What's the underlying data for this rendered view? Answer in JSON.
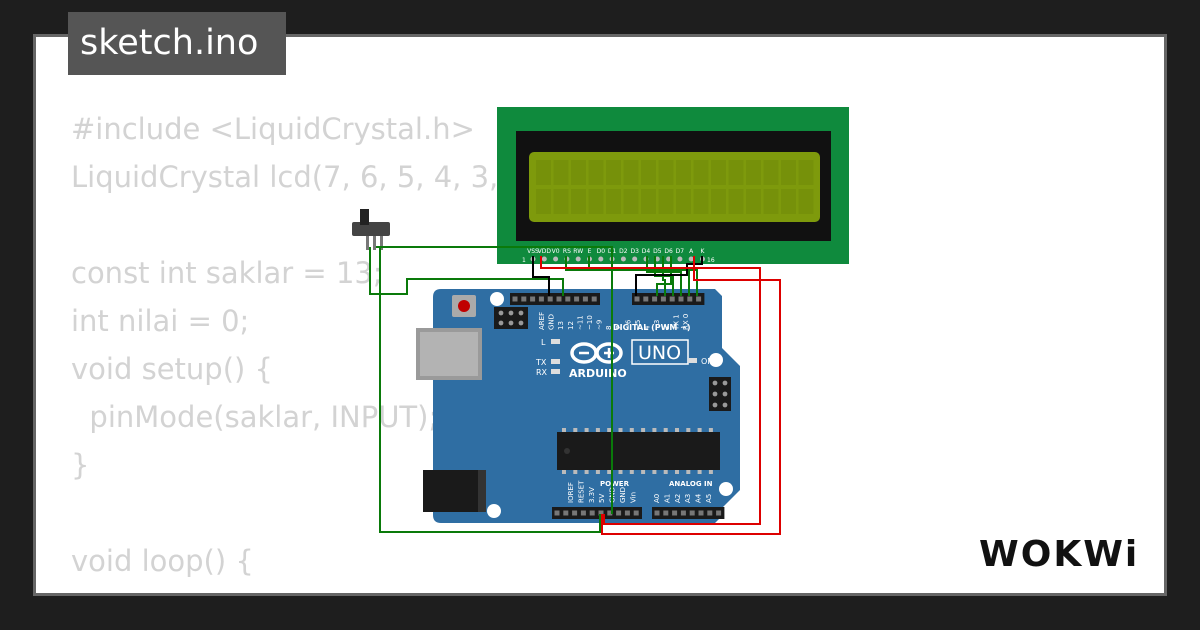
{
  "tab": {
    "filename": "sketch.ino"
  },
  "code": {
    "lines": [
      "#include <LiquidCrystal.h>",
      "LiquidCrystal lcd(7, 6, 5, 4, 3, 2);",
      "",
      "const int saklar = 13;",
      "int nilai = 0;",
      "void setup() {",
      "  pinMode(saklar, INPUT);",
      "}",
      "",
      "void loop() {"
    ]
  },
  "lcd": {
    "pin_labels": [
      "VSS",
      "VDD",
      "V0",
      "RS",
      "RW",
      "E",
      "D0",
      "D1",
      "D2",
      "D3",
      "D4",
      "D5",
      "D6",
      "D7",
      "A",
      "K"
    ],
    "first_pin": "1",
    "last_pin": "16"
  },
  "arduino": {
    "brand": "ARDUINO",
    "model": "UNO",
    "digital_label": "DIGITAL (PWM ~)",
    "on_label": "ON",
    "l_label": "L",
    "tx_label": "TX",
    "rx_label": "RX",
    "power_label": "POWER",
    "analog_label": "ANALOG IN",
    "top_pin_labels": [
      "AREF",
      "GND",
      "13",
      "12",
      "~11",
      "~10",
      "~9",
      "8",
      "7",
      "~6",
      "~5",
      "4",
      "~3",
      "2",
      "TX 1",
      "RX 0"
    ],
    "power_pin_labels": [
      "IOREF",
      "RESET",
      "3.3V",
      "5V",
      "GND",
      "GND",
      "Vin"
    ],
    "analog_pin_labels": [
      "A0",
      "A1",
      "A2",
      "A3",
      "A4",
      "A5"
    ]
  },
  "branding": {
    "logo_text": "WOKWi"
  },
  "colors": {
    "background": "#1e1e1e",
    "card": "#ffffff",
    "tab": "#555555",
    "code_text": "#d3d3d3",
    "board": "#2f6ea3",
    "lcd_pcb": "#0f8a3d",
    "lcd_screen": "#7e9a0c",
    "wire_green": "#0a7a0a",
    "wire_red": "#dd0000",
    "wire_black": "#000000"
  }
}
